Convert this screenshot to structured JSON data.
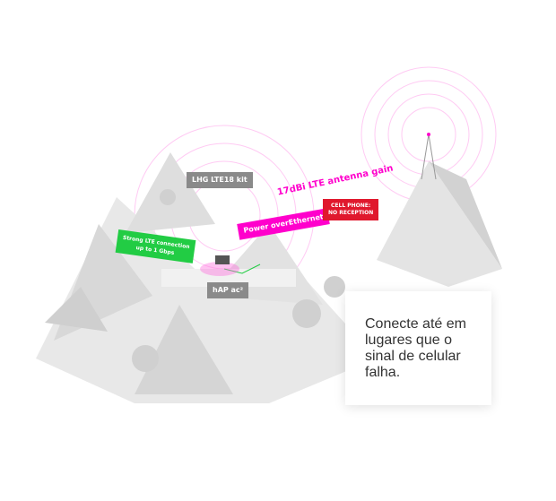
{
  "labels": {
    "kit": "LHG LTE18 kit",
    "gain": "17dBi LTE antenna gain",
    "poe": "Power overEthernet",
    "phone_line1": "CELL PHONE:",
    "phone_line2": "NO RECEPTION",
    "lte_line1": "Strong LTE connection",
    "lte_line2": "up to 1 Gbps",
    "hap": "hAP ac²"
  },
  "card": {
    "text": "Conecte até em lugares que o sinal de celular falha."
  },
  "colors": {
    "magenta": "#ff00cc",
    "green": "#22cc44",
    "red": "#e0182d",
    "gray": "#8a8a8a"
  }
}
